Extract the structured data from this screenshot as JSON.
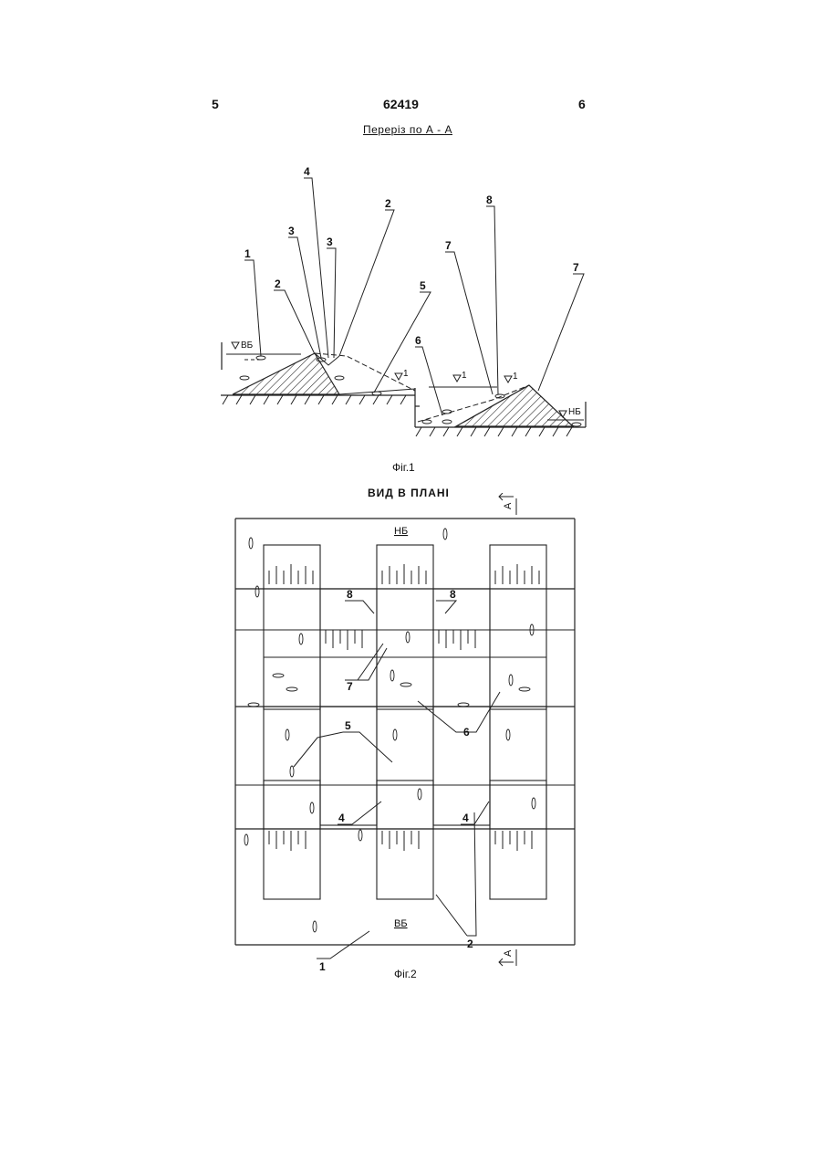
{
  "header": {
    "page_left": "5",
    "patent_number": "62419",
    "page_right": "6"
  },
  "figure1": {
    "section_title": "Переріз по А - А",
    "labels": [
      "1",
      "2",
      "3",
      "4",
      "3",
      "2",
      "5",
      "6",
      "7",
      "8",
      "7"
    ],
    "level_upstream": "ВБ",
    "level_mid_1": "1",
    "level_mid_2": "1",
    "level_mid_3": "1",
    "level_downstream": "НБ",
    "caption": "Фіг.1"
  },
  "figure2": {
    "plan_title": "ВИД В ПЛАНІ",
    "zone_top": "НБ",
    "zone_bottom": "ВБ",
    "section_mark": "А",
    "labels": [
      "8",
      "8",
      "7",
      "5",
      "6",
      "4",
      "4",
      "1",
      "2"
    ],
    "caption": "Фіг.2"
  }
}
